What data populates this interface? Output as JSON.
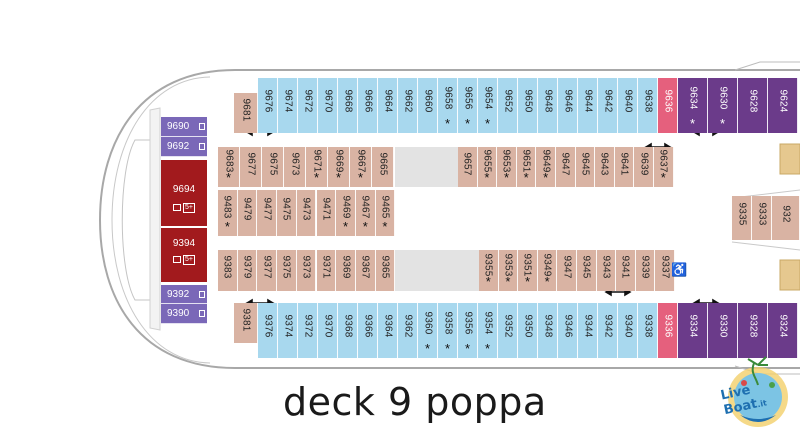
{
  "title": "deck 9 poppa",
  "logo_text": "Live",
  "logo_text2": "Boat",
  "logo_suffix": ".it",
  "colors": {
    "inside": "#d9b3a3",
    "balcony": "#a8d8ee",
    "accessible_pink": "#e5607d",
    "suite_purple": "#6b3b8a",
    "minisuite_purple": "#7a68b8",
    "grand_suite_red": "#a21a1d",
    "hull_outline": "#9a9a9a"
  },
  "legend_symbols": {
    "connecting": "↔",
    "extra_bed": "*",
    "accessible": "wheelchair-icon",
    "capacity": "5+"
  },
  "cabins": {
    "top_balcony": [
      {
        "n": "9676"
      },
      {
        "n": "9674"
      },
      {
        "n": "9672"
      },
      {
        "n": "9670"
      },
      {
        "n": "9668"
      },
      {
        "n": "9666"
      },
      {
        "n": "9664"
      },
      {
        "n": "9662"
      },
      {
        "n": "9660"
      },
      {
        "n": "9658",
        "star": true
      },
      {
        "n": "9656",
        "star": true
      },
      {
        "n": "9654",
        "star": true
      },
      {
        "n": "9652"
      },
      {
        "n": "9650"
      },
      {
        "n": "9648"
      },
      {
        "n": "9646"
      },
      {
        "n": "9644"
      },
      {
        "n": "9642"
      },
      {
        "n": "9640"
      },
      {
        "n": "9638"
      }
    ],
    "top_left_inside": "9681",
    "top_pink": "9636",
    "top_suites": [
      {
        "n": "9634",
        "star": true
      },
      {
        "n": "9630",
        "star": true
      },
      {
        "n": "9628"
      },
      {
        "n": "9624"
      }
    ],
    "inner_row_a_left": [
      {
        "n": "9683",
        "star": true
      },
      {
        "n": "9677"
      },
      {
        "n": "9675"
      },
      {
        "n": "9673"
      },
      {
        "n": "9671",
        "star": true
      },
      {
        "n": "9669",
        "star": true
      },
      {
        "n": "9667",
        "star": true
      },
      {
        "n": "9665"
      }
    ],
    "inner_row_a_right": [
      {
        "n": "9657"
      },
      {
        "n": "9655",
        "star": true
      },
      {
        "n": "9653",
        "star": true
      },
      {
        "n": "9651",
        "star": true
      },
      {
        "n": "9649",
        "star": true
      },
      {
        "n": "9647"
      },
      {
        "n": "9645"
      },
      {
        "n": "9643"
      },
      {
        "n": "9641"
      },
      {
        "n": "9639"
      },
      {
        "n": "9637",
        "star": true
      }
    ],
    "inner_row_b": [
      {
        "n": "9483",
        "star": true
      },
      {
        "n": "9479"
      },
      {
        "n": "9477"
      },
      {
        "n": "9475"
      },
      {
        "n": "9473"
      },
      {
        "n": "9471"
      },
      {
        "n": "9469",
        "star": true
      },
      {
        "n": "9467",
        "star": true
      },
      {
        "n": "9465",
        "star": true
      }
    ],
    "inner_row_c_left": [
      {
        "n": "9383"
      },
      {
        "n": "9379"
      },
      {
        "n": "9377"
      },
      {
        "n": "9375"
      },
      {
        "n": "9373"
      },
      {
        "n": "9371"
      },
      {
        "n": "9369"
      },
      {
        "n": "9367"
      },
      {
        "n": "9365"
      }
    ],
    "inner_row_c_right": [
      {
        "n": "9355",
        "star": true
      },
      {
        "n": "9353",
        "star": true
      },
      {
        "n": "9351",
        "star": true
      },
      {
        "n": "9349",
        "star": true
      },
      {
        "n": "9347"
      },
      {
        "n": "9345"
      },
      {
        "n": "9343"
      },
      {
        "n": "9341"
      },
      {
        "n": "9339"
      },
      {
        "n": "9337"
      }
    ],
    "bottom_left_inside": "9381",
    "bottom_balcony": [
      {
        "n": "9376"
      },
      {
        "n": "9374"
      },
      {
        "n": "9372"
      },
      {
        "n": "9370"
      },
      {
        "n": "9368"
      },
      {
        "n": "9366"
      },
      {
        "n": "9364"
      },
      {
        "n": "9362"
      },
      {
        "n": "9360",
        "star": true
      },
      {
        "n": "9358",
        "star": true
      },
      {
        "n": "9356",
        "star": true
      },
      {
        "n": "9354",
        "star": true
      },
      {
        "n": "9352"
      },
      {
        "n": "9350"
      },
      {
        "n": "9348"
      },
      {
        "n": "9346"
      },
      {
        "n": "9344"
      },
      {
        "n": "9342"
      },
      {
        "n": "9340"
      },
      {
        "n": "9338"
      }
    ],
    "bottom_pink": "9336",
    "bottom_suites": [
      {
        "n": "9334"
      },
      {
        "n": "9330"
      },
      {
        "n": "9328"
      },
      {
        "n": "9324"
      }
    ],
    "left_suites_top": [
      "9690",
      "9692"
    ],
    "left_suites_bottom": [
      "9392",
      "9390"
    ],
    "grand_suites": [
      "9694",
      "9394"
    ],
    "right_inside": [
      "9335",
      "9333",
      "932"
    ]
  }
}
